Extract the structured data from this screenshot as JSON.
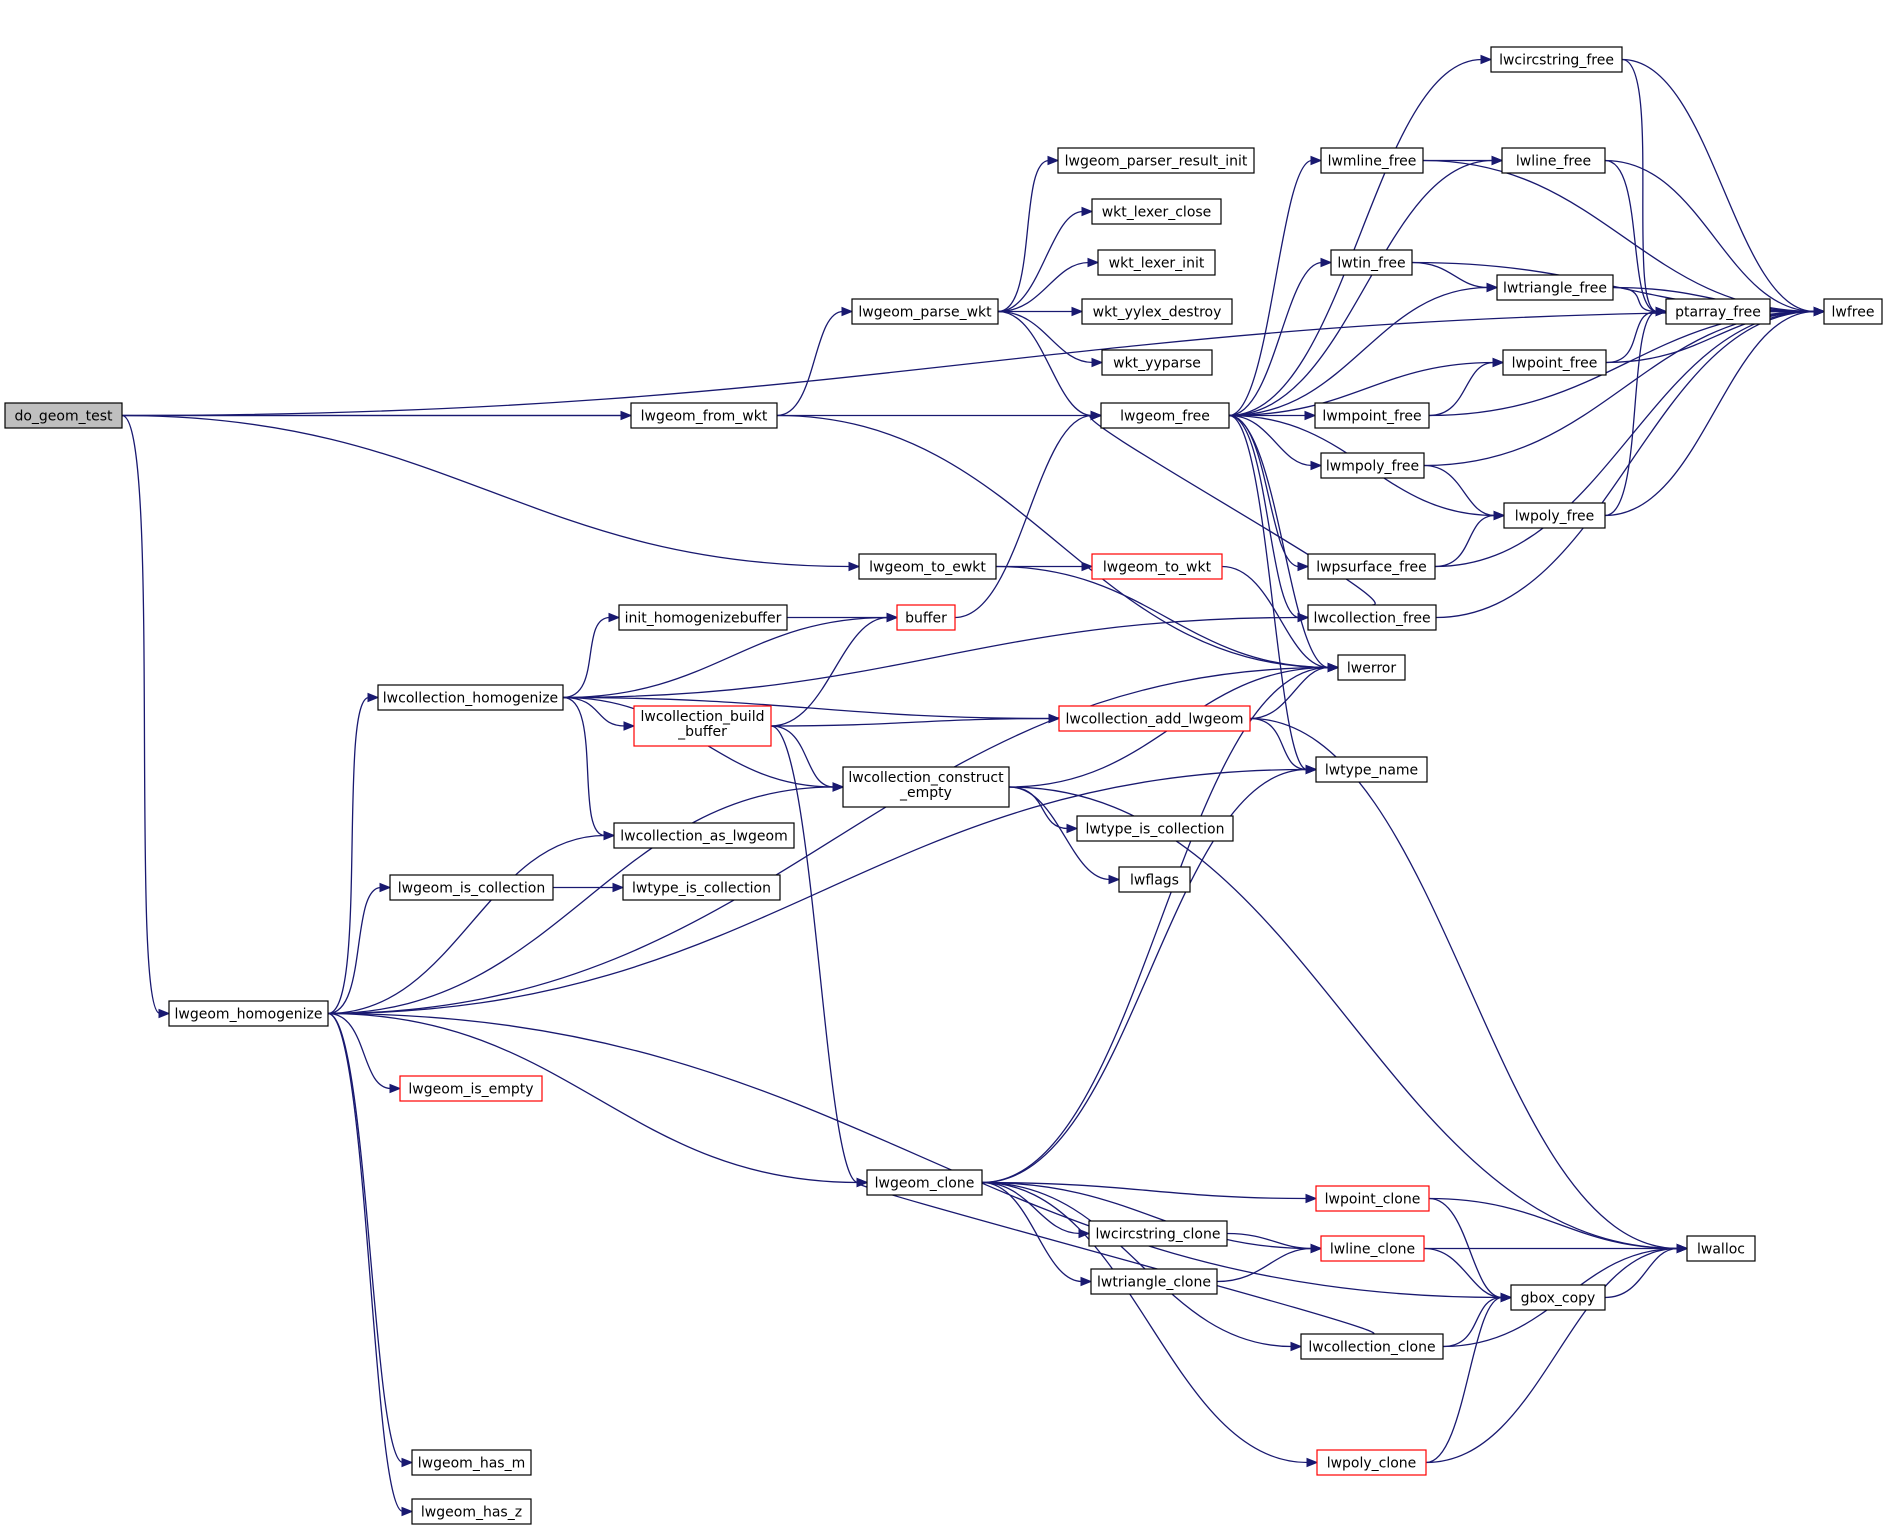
{
  "colors": {
    "edge": "#191970",
    "node_border": "#000000",
    "truncated_border": "#ff0000",
    "root_fill": "#bfbfbf",
    "background": "#ffffff"
  },
  "nodes": [
    {
      "id": "do_geom_test",
      "lines": [
        "do_geom_test"
      ],
      "style": "root"
    },
    {
      "id": "lwgeom_from_wkt",
      "lines": [
        "lwgeom_from_wkt"
      ]
    },
    {
      "id": "lwgeom_free",
      "lines": [
        "lwgeom_free"
      ]
    },
    {
      "id": "lwgeom_to_ewkt",
      "lines": [
        "lwgeom_to_ewkt"
      ]
    },
    {
      "id": "lwgeom_homogenize",
      "lines": [
        "lwgeom_homogenize"
      ]
    },
    {
      "id": "lwgeom_parse_wkt",
      "lines": [
        "lwgeom_parse_wkt"
      ]
    },
    {
      "id": "lwgeom_parser_result_init",
      "lines": [
        "lwgeom_parser_result_init"
      ]
    },
    {
      "id": "wkt_lexer_close",
      "lines": [
        "wkt_lexer_close"
      ]
    },
    {
      "id": "wkt_lexer_init",
      "lines": [
        "wkt_lexer_init"
      ]
    },
    {
      "id": "wkt_yylex_destroy",
      "lines": [
        "wkt_yylex_destroy"
      ]
    },
    {
      "id": "wkt_yyparse",
      "lines": [
        "wkt_yyparse"
      ]
    },
    {
      "id": "lwcircstring_free",
      "lines": [
        "lwcircstring_free"
      ]
    },
    {
      "id": "lwmline_free",
      "lines": [
        "lwmline_free"
      ]
    },
    {
      "id": "lwline_free",
      "lines": [
        "lwline_free"
      ]
    },
    {
      "id": "lwtin_free",
      "lines": [
        "lwtin_free"
      ]
    },
    {
      "id": "lwtriangle_free",
      "lines": [
        "lwtriangle_free"
      ]
    },
    {
      "id": "ptarray_free",
      "lines": [
        "ptarray_free"
      ]
    },
    {
      "id": "lwfree",
      "lines": [
        "lwfree"
      ]
    },
    {
      "id": "lwpoint_free",
      "lines": [
        "lwpoint_free"
      ]
    },
    {
      "id": "lwmpoint_free",
      "lines": [
        "lwmpoint_free"
      ]
    },
    {
      "id": "lwmpoly_free",
      "lines": [
        "lwmpoly_free"
      ]
    },
    {
      "id": "lwpoly_free",
      "lines": [
        "lwpoly_free"
      ]
    },
    {
      "id": "lwpsurface_free",
      "lines": [
        "lwpsurface_free"
      ]
    },
    {
      "id": "lwcollection_free",
      "lines": [
        "lwcollection_free"
      ]
    },
    {
      "id": "lwerror",
      "lines": [
        "lwerror"
      ]
    },
    {
      "id": "lwtype_name",
      "lines": [
        "lwtype_name"
      ]
    },
    {
      "id": "lwgeom_to_wkt",
      "lines": [
        "lwgeom_to_wkt"
      ],
      "style": "truncated"
    },
    {
      "id": "buffer",
      "lines": [
        "buffer"
      ],
      "style": "truncated"
    },
    {
      "id": "init_homogenizebuffer",
      "lines": [
        "init_homogenizebuffer"
      ]
    },
    {
      "id": "lwcollection_homogenize",
      "lines": [
        "lwcollection_homogenize"
      ]
    },
    {
      "id": "lwcollection_build_buffer",
      "lines": [
        "lwcollection_build",
        "_buffer"
      ],
      "style": "truncated"
    },
    {
      "id": "lwcollection_add_lwgeom",
      "lines": [
        "lwcollection_add_lwgeom"
      ],
      "style": "truncated"
    },
    {
      "id": "lwcollection_construct_empty",
      "lines": [
        "lwcollection_construct",
        "_empty"
      ]
    },
    {
      "id": "lwcollection_as_lwgeom",
      "lines": [
        "lwcollection_as_lwgeom"
      ]
    },
    {
      "id": "lwtype_is_collection_a",
      "lines": [
        "lwtype_is_collection"
      ]
    },
    {
      "id": "lwflags",
      "lines": [
        "lwflags"
      ]
    },
    {
      "id": "lwgeom_is_collection",
      "lines": [
        "lwgeom_is_collection"
      ]
    },
    {
      "id": "lwtype_is_collection_b",
      "lines": [
        "lwtype_is_collection"
      ]
    },
    {
      "id": "lwgeom_is_empty",
      "lines": [
        "lwgeom_is_empty"
      ],
      "style": "truncated"
    },
    {
      "id": "lwgeom_clone",
      "lines": [
        "lwgeom_clone"
      ]
    },
    {
      "id": "lwpoint_clone",
      "lines": [
        "lwpoint_clone"
      ],
      "style": "truncated"
    },
    {
      "id": "lwcircstring_clone",
      "lines": [
        "lwcircstring_clone"
      ]
    },
    {
      "id": "lwline_clone",
      "lines": [
        "lwline_clone"
      ],
      "style": "truncated"
    },
    {
      "id": "lwtriangle_clone",
      "lines": [
        "lwtriangle_clone"
      ]
    },
    {
      "id": "lwalloc",
      "lines": [
        "lwalloc"
      ]
    },
    {
      "id": "gbox_copy",
      "lines": [
        "gbox_copy"
      ]
    },
    {
      "id": "lwcollection_clone",
      "lines": [
        "lwcollection_clone"
      ]
    },
    {
      "id": "lwpoly_clone",
      "lines": [
        "lwpoly_clone"
      ],
      "style": "truncated"
    },
    {
      "id": "lwgeom_has_m",
      "lines": [
        "lwgeom_has_m"
      ]
    },
    {
      "id": "lwgeom_has_z",
      "lines": [
        "lwgeom_has_z"
      ]
    }
  ],
  "edges": [
    [
      "do_geom_test",
      "lwfree"
    ],
    [
      "do_geom_test",
      "lwgeom_free"
    ],
    [
      "do_geom_test",
      "lwgeom_from_wkt"
    ],
    [
      "do_geom_test",
      "lwgeom_to_ewkt"
    ],
    [
      "do_geom_test",
      "lwgeom_homogenize"
    ],
    [
      "lwgeom_from_wkt",
      "lwgeom_parse_wkt"
    ],
    [
      "lwgeom_from_wkt",
      "lwerror"
    ],
    [
      "lwgeom_parse_wkt",
      "lwgeom_parser_result_init"
    ],
    [
      "lwgeom_parse_wkt",
      "wkt_lexer_close"
    ],
    [
      "lwgeom_parse_wkt",
      "wkt_lexer_init"
    ],
    [
      "lwgeom_parse_wkt",
      "wkt_yylex_destroy"
    ],
    [
      "lwgeom_parse_wkt",
      "wkt_yyparse"
    ],
    [
      "lwgeom_parse_wkt",
      "lwgeom_free"
    ],
    [
      "lwgeom_free",
      "lwcircstring_free"
    ],
    [
      "lwgeom_free",
      "lwmline_free"
    ],
    [
      "lwgeom_free",
      "lwline_free"
    ],
    [
      "lwgeom_free",
      "lwtin_free"
    ],
    [
      "lwgeom_free",
      "lwtriangle_free"
    ],
    [
      "lwgeom_free",
      "lwpoint_free"
    ],
    [
      "lwgeom_free",
      "lwmpoint_free"
    ],
    [
      "lwgeom_free",
      "lwmpoly_free"
    ],
    [
      "lwgeom_free",
      "lwpoly_free"
    ],
    [
      "lwgeom_free",
      "lwpsurface_free"
    ],
    [
      "lwgeom_free",
      "lwcollection_free"
    ],
    [
      "lwgeom_free",
      "lwerror"
    ],
    [
      "lwgeom_free",
      "lwtype_name"
    ],
    [
      "lwcircstring_free",
      "lwfree"
    ],
    [
      "lwcircstring_free",
      "ptarray_free"
    ],
    [
      "lwmline_free",
      "lwline_free"
    ],
    [
      "lwmline_free",
      "lwfree"
    ],
    [
      "lwline_free",
      "lwfree"
    ],
    [
      "lwline_free",
      "ptarray_free"
    ],
    [
      "lwtin_free",
      "lwtriangle_free"
    ],
    [
      "lwtin_free",
      "lwfree"
    ],
    [
      "lwtriangle_free",
      "ptarray_free"
    ],
    [
      "lwtriangle_free",
      "lwfree"
    ],
    [
      "ptarray_free",
      "lwfree"
    ],
    [
      "lwpoint_free",
      "ptarray_free"
    ],
    [
      "lwpoint_free",
      "lwfree"
    ],
    [
      "lwmpoint_free",
      "lwpoint_free"
    ],
    [
      "lwmpoint_free",
      "lwfree"
    ],
    [
      "lwmpoly_free",
      "lwpoly_free"
    ],
    [
      "lwmpoly_free",
      "lwfree"
    ],
    [
      "lwpoly_free",
      "ptarray_free"
    ],
    [
      "lwpoly_free",
      "lwfree"
    ],
    [
      "lwpsurface_free",
      "lwpoly_free"
    ],
    [
      "lwpsurface_free",
      "lwfree"
    ],
    [
      "lwcollection_free",
      "lwgeom_free"
    ],
    [
      "lwcollection_free",
      "lwfree"
    ],
    [
      "lwgeom_to_ewkt",
      "lwgeom_to_wkt"
    ],
    [
      "lwgeom_to_ewkt",
      "lwerror"
    ],
    [
      "lwgeom_to_wkt",
      "lwerror"
    ],
    [
      "buffer",
      "lwgeom_free"
    ],
    [
      "init_homogenizebuffer",
      "buffer"
    ],
    [
      "lwcollection_homogenize",
      "buffer"
    ],
    [
      "lwcollection_homogenize",
      "init_homogenizebuffer"
    ],
    [
      "lwcollection_homogenize",
      "lwcollection_free"
    ],
    [
      "lwcollection_homogenize",
      "lwcollection_add_lwgeom"
    ],
    [
      "lwcollection_homogenize",
      "lwcollection_build_buffer"
    ],
    [
      "lwcollection_homogenize",
      "lwcollection_construct_empty"
    ],
    [
      "lwcollection_homogenize",
      "lwcollection_as_lwgeom"
    ],
    [
      "lwcollection_build_buffer",
      "buffer"
    ],
    [
      "lwcollection_build_buffer",
      "lwcollection_add_lwgeom"
    ],
    [
      "lwcollection_build_buffer",
      "lwcollection_construct_empty"
    ],
    [
      "lwcollection_build_buffer",
      "lwgeom_clone"
    ],
    [
      "lwcollection_add_lwgeom",
      "lwerror"
    ],
    [
      "lwcollection_add_lwgeom",
      "lwtype_name"
    ],
    [
      "lwcollection_add_lwgeom",
      "lwalloc"
    ],
    [
      "lwcollection_construct_empty",
      "lwerror"
    ],
    [
      "lwcollection_construct_empty",
      "lwtype_is_collection_a"
    ],
    [
      "lwcollection_construct_empty",
      "lwflags"
    ],
    [
      "lwcollection_construct_empty",
      "lwalloc"
    ],
    [
      "lwgeom_homogenize",
      "lwcollection_homogenize"
    ],
    [
      "lwgeom_homogenize",
      "lwcollection_as_lwgeom"
    ],
    [
      "lwgeom_homogenize",
      "lwgeom_is_collection"
    ],
    [
      "lwgeom_homogenize",
      "lwcollection_construct_empty"
    ],
    [
      "lwgeom_homogenize",
      "lwerror"
    ],
    [
      "lwgeom_homogenize",
      "lwtype_name"
    ],
    [
      "lwgeom_homogenize",
      "lwgeom_is_empty"
    ],
    [
      "lwgeom_homogenize",
      "lwgeom_clone"
    ],
    [
      "lwgeom_homogenize",
      "gbox_copy"
    ],
    [
      "lwgeom_homogenize",
      "lwgeom_has_m"
    ],
    [
      "lwgeom_homogenize",
      "lwgeom_has_z"
    ],
    [
      "lwgeom_is_collection",
      "lwtype_is_collection_b"
    ],
    [
      "lwgeom_clone",
      "lwerror"
    ],
    [
      "lwgeom_clone",
      "lwtype_name"
    ],
    [
      "lwgeom_clone",
      "lwpoint_clone"
    ],
    [
      "lwgeom_clone",
      "lwline_clone"
    ],
    [
      "lwgeom_clone",
      "lwcircstring_clone"
    ],
    [
      "lwgeom_clone",
      "lwtriangle_clone"
    ],
    [
      "lwgeom_clone",
      "lwcollection_clone"
    ],
    [
      "lwgeom_clone",
      "lwpoly_clone"
    ],
    [
      "lwpoint_clone",
      "lwalloc"
    ],
    [
      "lwpoint_clone",
      "gbox_copy"
    ],
    [
      "lwcircstring_clone",
      "lwline_clone"
    ],
    [
      "lwtriangle_clone",
      "lwline_clone"
    ],
    [
      "lwline_clone",
      "lwalloc"
    ],
    [
      "lwline_clone",
      "gbox_copy"
    ],
    [
      "gbox_copy",
      "lwalloc"
    ],
    [
      "lwcollection_clone",
      "gbox_copy"
    ],
    [
      "lwcollection_clone",
      "lwalloc"
    ],
    [
      "lwcollection_clone",
      "lwgeom_clone"
    ],
    [
      "lwpoly_clone",
      "gbox_copy"
    ],
    [
      "lwpoly_clone",
      "lwalloc"
    ]
  ]
}
